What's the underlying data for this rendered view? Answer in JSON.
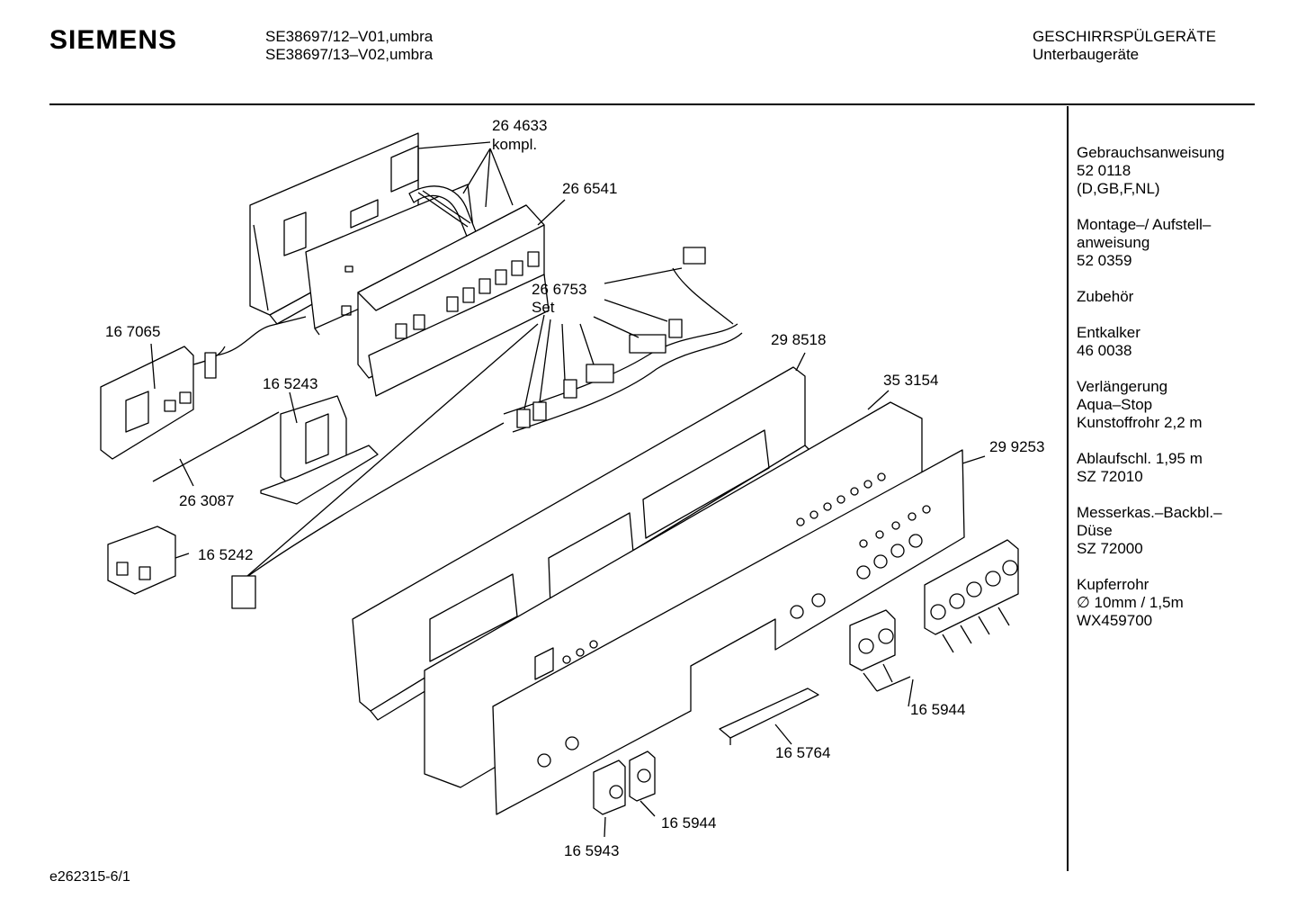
{
  "header": {
    "brand": "SIEMENS",
    "model_line_1": "SE38697/12–V01,umbra",
    "model_line_2": "SE38697/13–V02,umbra",
    "category": "GESCHIRRSPÜLGERÄTE",
    "subcategory": "Unterbaugeräte"
  },
  "sidebar": {
    "blocks": [
      {
        "lines": [
          "Gebrauchsanweisung",
          "52 0118",
          "(D,GB,F,NL)"
        ]
      },
      {
        "lines": [
          "Montage–/ Aufstell–",
          "anweisung",
          "52 0359"
        ]
      },
      {
        "lines": [
          "Zubehör"
        ]
      },
      {
        "lines": [
          "Entkalker",
          "46 0038"
        ]
      },
      {
        "lines": [
          "Verlängerung",
          "Aqua–Stop",
          "Kunstoffrohr 2,2 m"
        ]
      },
      {
        "lines": [
          "Ablaufschl. 1,95 m",
          "SZ 72010"
        ]
      },
      {
        "lines": [
          "Messerkas.–Backbl.–",
          "Düse",
          "SZ 72000"
        ]
      },
      {
        "lines": [
          "Kupferrohr",
          "∅ 10mm / 1,5m",
          "WX459700"
        ]
      }
    ]
  },
  "parts": {
    "p264633": "26 4633",
    "p264633_sub": "kompl.",
    "p266541": "26 6541",
    "p266753": "26 6753",
    "p266753_sub": "Set",
    "p167065": "16 7065",
    "p165243": "16 5243",
    "p263087": "26 3087",
    "p165242": "16 5242",
    "p298518": "29 8518",
    "p353154": "35 3154",
    "p299253": "29 9253",
    "p165944a": "16 5944",
    "p165764": "16 5764",
    "p165944b": "16 5944",
    "p165943": "16 5943"
  },
  "footer": {
    "drawing_id": "e262315-6/1"
  }
}
